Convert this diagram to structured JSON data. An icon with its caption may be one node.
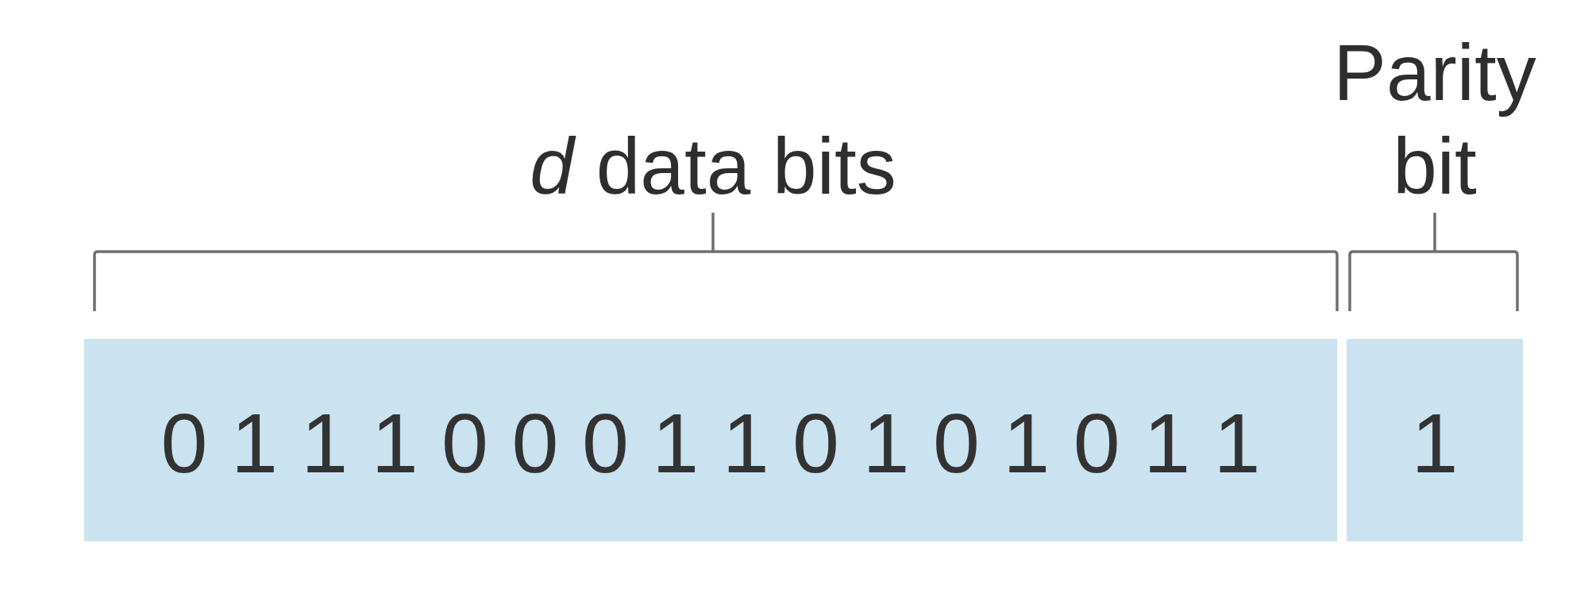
{
  "diagram": {
    "nodes": [
      {
        "text": [
          "0 1 1 1 0 0 0 1 1 0 1 0 1 0 1 1"
        ],
        "beside": [
          "*d* data bits"
        ]
      },
      {
        "text": [
          "1"
        ],
        "beside": [
          "Parity bit"
        ]
      }
    ]
  }
}
